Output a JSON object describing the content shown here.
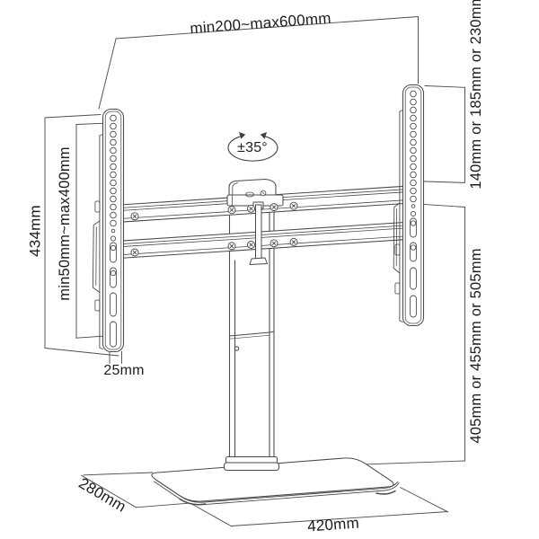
{
  "colors": {
    "line": "#4a4a4a",
    "dimension": "#4f4f4f",
    "text": "#1c1c1c",
    "background": "#ffffff"
  },
  "labels": {
    "top_width": "min200~max600mm",
    "right_upper": "140mm or 185mm or 230mm",
    "right_lower": "405mm or 455mm or 505mm",
    "left_outer": "434mm",
    "left_inner": "min50mm~max400mm",
    "bracket_depth": "25mm",
    "swivel": "±35°",
    "base_depth": "280mm",
    "base_width": "420mm"
  }
}
